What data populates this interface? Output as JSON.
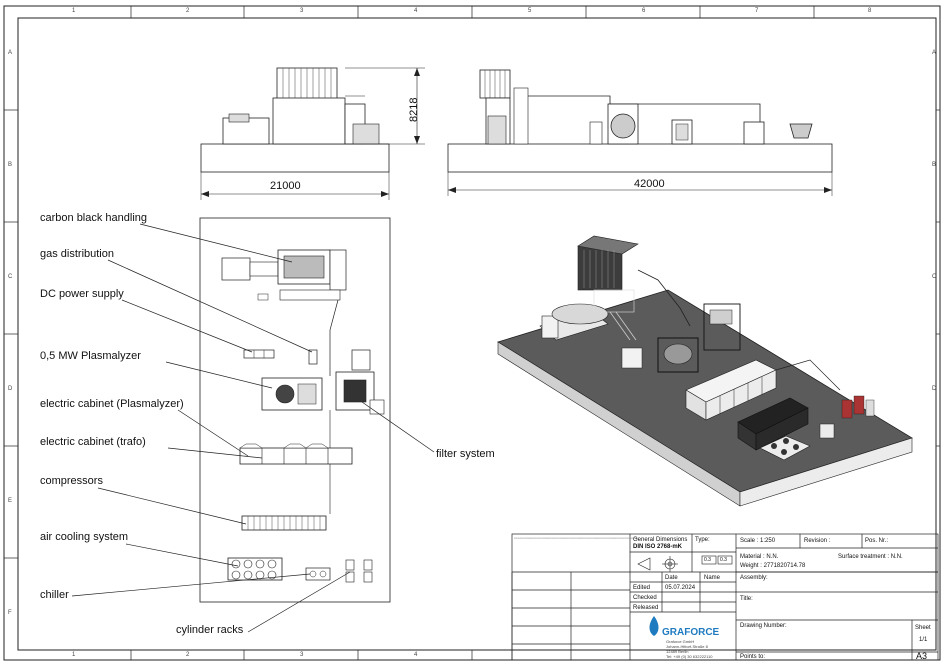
{
  "zones_top": [
    "1",
    "2",
    "3",
    "4",
    "5",
    "6",
    "7",
    "8"
  ],
  "zones_side": [
    "A",
    "B",
    "C",
    "D",
    "E",
    "F"
  ],
  "dims": {
    "height": "8218",
    "width_left": "21000",
    "width_right": "42000"
  },
  "labels": {
    "carbon_black": "carbon black handling",
    "gas_distribution": "gas distribution",
    "dc_power": "DC power supply",
    "plasmalyzer": "0,5 MW Plasmalyzer",
    "cabinet_plasmalyzer": "electric cabinet (Plasmalyzer)",
    "cabinet_trafo": "electric cabinet (trafo)",
    "compressors": "compressors",
    "air_cooling": "air cooling system",
    "chiller": "chiller",
    "cylinder_racks": "cylinder racks",
    "filter_system": "filter system"
  },
  "title_block": {
    "general_dimensions": "General Dimensions",
    "din": "DIN ISO 2768-mK",
    "type_label": "Type:",
    "scale": "Scale : 1:250",
    "revision": "Revision :",
    "pos_nr": "Pos. Nr.:",
    "material": "Material : N.N.",
    "surface": "Surface treatment : N.N.",
    "weight": "Weight : 2771820714.78",
    "assembly": "Assembly:",
    "title": "Title:",
    "drawing_number": "Drawing Number:",
    "sheet": "Sheet",
    "sheet_num": "1/1",
    "points_to": "Points to:",
    "format": "A3",
    "date_header": "Date",
    "name_header": "Name",
    "edited": "Edited",
    "edited_date": "05.07.2024",
    "checked": "Checked",
    "released": "Released",
    "company": "GRAFORCE",
    "company_line1": "Graforce GmbH",
    "company_line2": "Johann-Hittorf-Straße 8",
    "company_line3": "12489 Berlin",
    "company_line4": "Tel: +49 (0) 30 632222110",
    "tol1": "0.3",
    "tol2": "0.3"
  },
  "colors": {
    "ground": "#5b5b5b",
    "ground_side": "#cfcfcf",
    "base": "#e6e6e6",
    "line": "#222222",
    "logo": "#1f7bc0"
  }
}
